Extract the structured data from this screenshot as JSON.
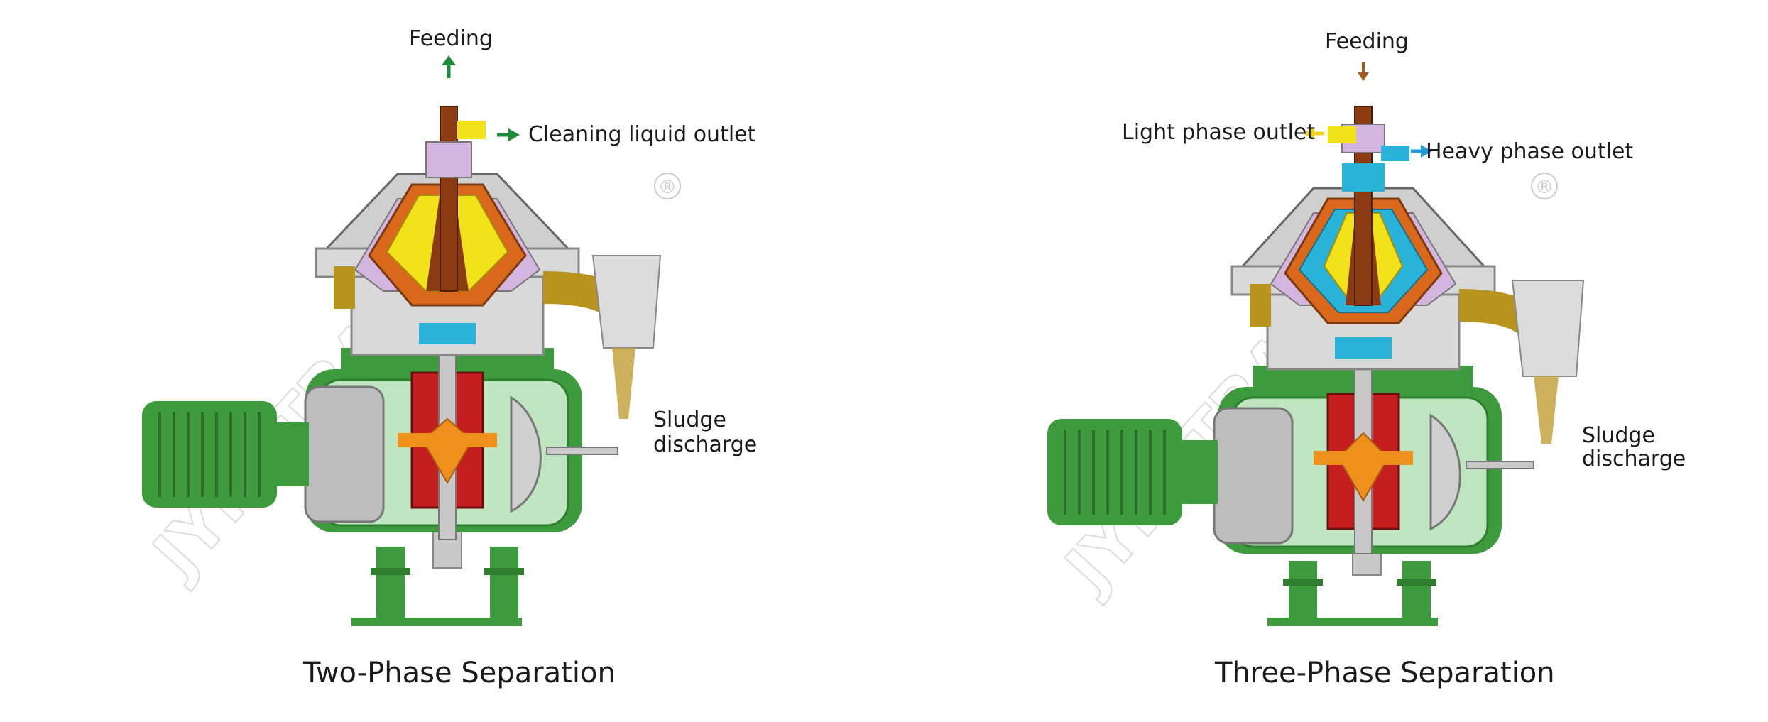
{
  "left_panel": {
    "feeding_label": "Feeding",
    "cleaning_outlet_label": "Cleaning liquid outlet",
    "sludge_label_line1": "Sludge",
    "sludge_label_line2": "discharge",
    "caption": "Two-Phase Separation",
    "watermark": "JYFILTRATION",
    "registered_mark": "®"
  },
  "right_panel": {
    "feeding_label": "Feeding",
    "light_outlet_label": "Light phase outlet",
    "heavy_outlet_label": "Heavy phase outlet",
    "sludge_label_line1": "Sludge",
    "sludge_label_line2": "discharge",
    "caption": "Three-Phase Separation",
    "watermark": "JYFILTRATION",
    "registered_mark": "®"
  },
  "colors": {
    "motor_green": "#3d9a3d",
    "body_green": "#bfe6c0",
    "bowl_orange": "#d9681c",
    "light_phase_yellow": "#f2e21a",
    "heavy_phase_blue": "#2ab3d9",
    "feed_brown": "#8b3a12",
    "gear_red": "#c41e1e",
    "gear_orange": "#f0901c",
    "sludge_gold": "#b8941e",
    "frame_gray": "#c8c8c8",
    "arrow_green": "#1e8a3a",
    "arrow_yellow": "#f2d21a",
    "arrow_blue": "#1e9ad9",
    "arrow_brown": "#a05a1e"
  }
}
